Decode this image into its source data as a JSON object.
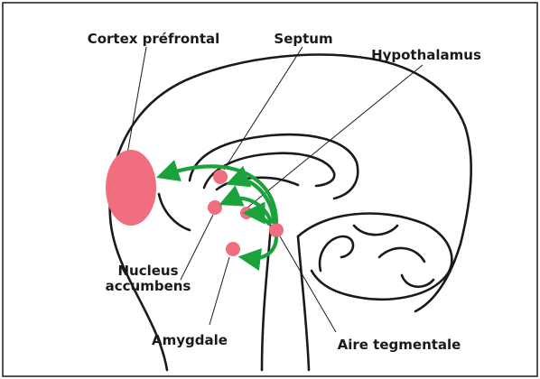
{
  "labels": {
    "cortex": "Cortex préfrontal",
    "septum": "Septum",
    "hypothalamus": "Hypothalamus",
    "nucleus_line1": "Nucleus",
    "nucleus_line2": "accumbens",
    "amygdale": "Amygdale",
    "aire": "Aire tegmentale"
  },
  "colors": {
    "region": "#f06e7e",
    "arrow": "#1aa33b",
    "outline": "#1a1a1a"
  }
}
